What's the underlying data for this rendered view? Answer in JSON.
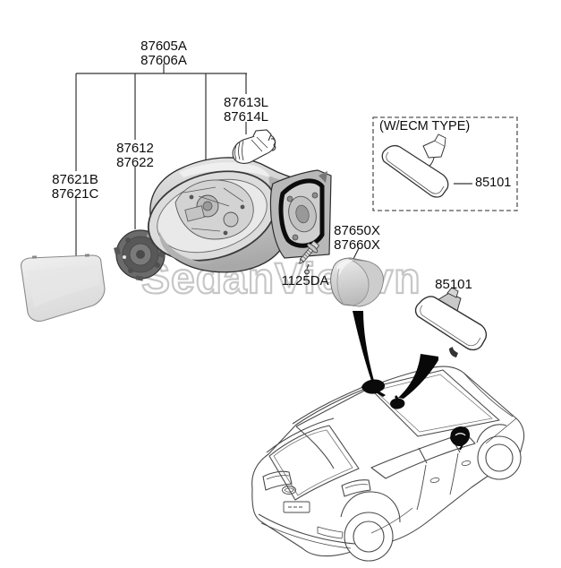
{
  "diagram": {
    "labels": {
      "mirror_assembly": [
        "87605A",
        "87606A"
      ],
      "signal_lamp": [
        "87613L",
        "87614L"
      ],
      "actuator": [
        "87612",
        "87622"
      ],
      "mirror_glass": [
        "87621B",
        "87621C"
      ],
      "mirror_cover": [
        "87650X",
        "87660X"
      ],
      "screw": "1125DA",
      "rearview_mirror": "85101",
      "ecm_box": {
        "title": "(W/ECM TYPE)",
        "mirror": "85101"
      }
    },
    "watermark": "SedanViet.vn",
    "colors": {
      "line": "#333333",
      "label_text": "#0d0d0d",
      "watermark_outline": "#c7c7c7",
      "part_light_gray": "#c9c9c9",
      "part_dark_gray": "#6b6b6b",
      "seal_black": "#0c0c0c"
    }
  }
}
